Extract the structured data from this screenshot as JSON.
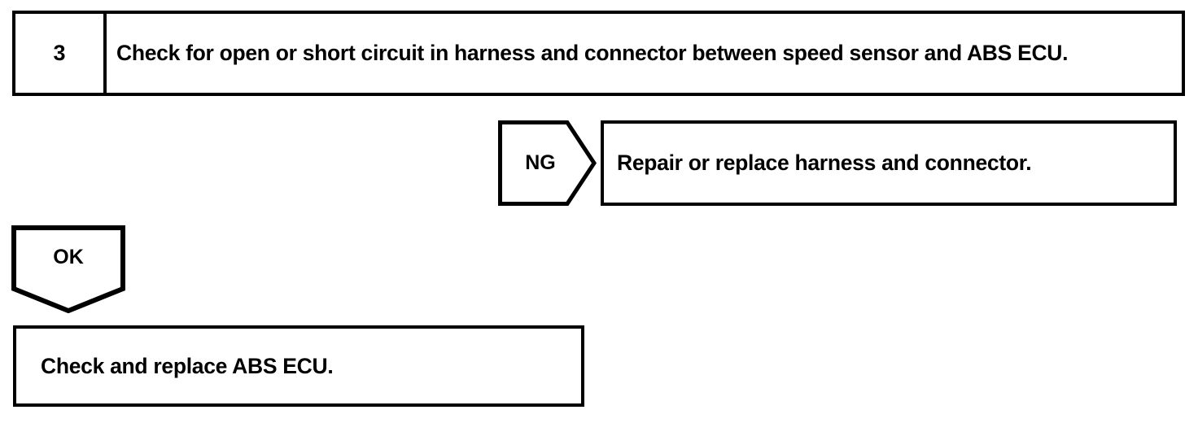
{
  "document": {
    "type": "troubleshooting-flowchart",
    "background_color": "#ffffff",
    "line_color": "#000000"
  },
  "step": {
    "number": "3",
    "instruction": "Check for open or short circuit in harness and connector between speed sensor and ABS ECU."
  },
  "branches": {
    "ng": {
      "label": "NG",
      "direction": "right",
      "result": "Repair or replace harness and connector."
    },
    "ok": {
      "label": "OK",
      "direction": "down",
      "result": "Check and replace ABS ECU."
    }
  }
}
